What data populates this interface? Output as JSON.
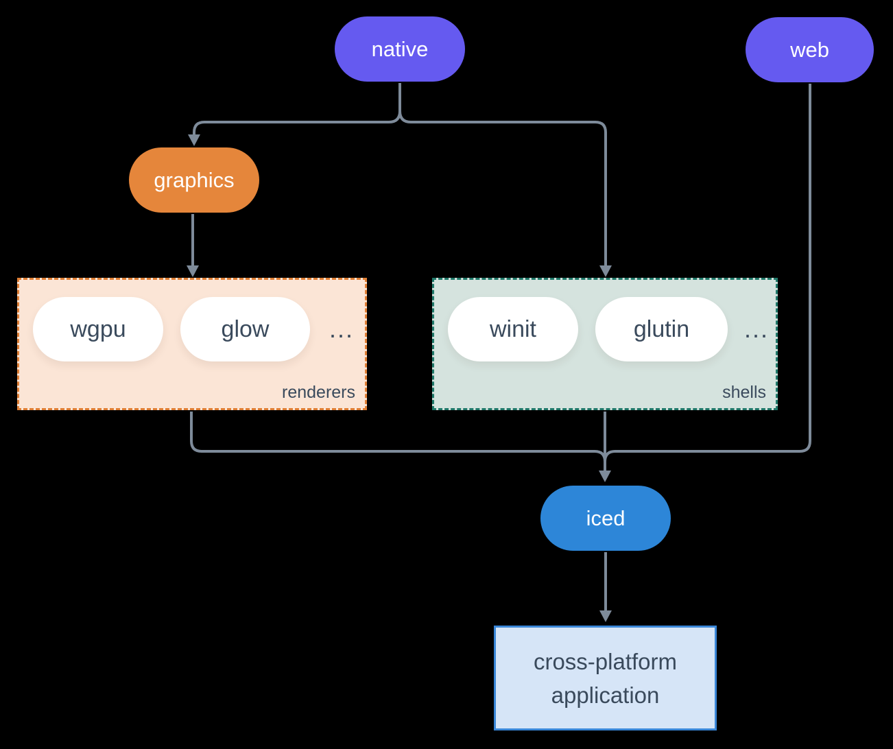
{
  "colors": {
    "background": "#000000",
    "purple": "#655AF0",
    "orange": "#E5863B",
    "blue": "#2D86D8",
    "peach_fill": "#FBE5D6",
    "peach_border": "#E07F35",
    "sage_fill": "#D5E3DE",
    "sage_border": "#20796A",
    "app_fill": "#D6E5F7",
    "app_border": "#3A87D8",
    "pill_fill": "#FFFFFF",
    "dark_text": "#3A4A5C",
    "light_text": "#FFFFFF",
    "connector": "#7E8B9A"
  },
  "nodes": {
    "native": {
      "label": "native"
    },
    "web": {
      "label": "web"
    },
    "graphics": {
      "label": "graphics"
    },
    "iced": {
      "label": "iced"
    },
    "application": {
      "line1": "cross-platform",
      "line2": "application"
    }
  },
  "groups": {
    "renderers": {
      "label": "renderers",
      "ellipsis": "...",
      "items": [
        "wgpu",
        "glow"
      ]
    },
    "shells": {
      "label": "shells",
      "ellipsis": "...",
      "items": [
        "winit",
        "glutin"
      ]
    }
  }
}
